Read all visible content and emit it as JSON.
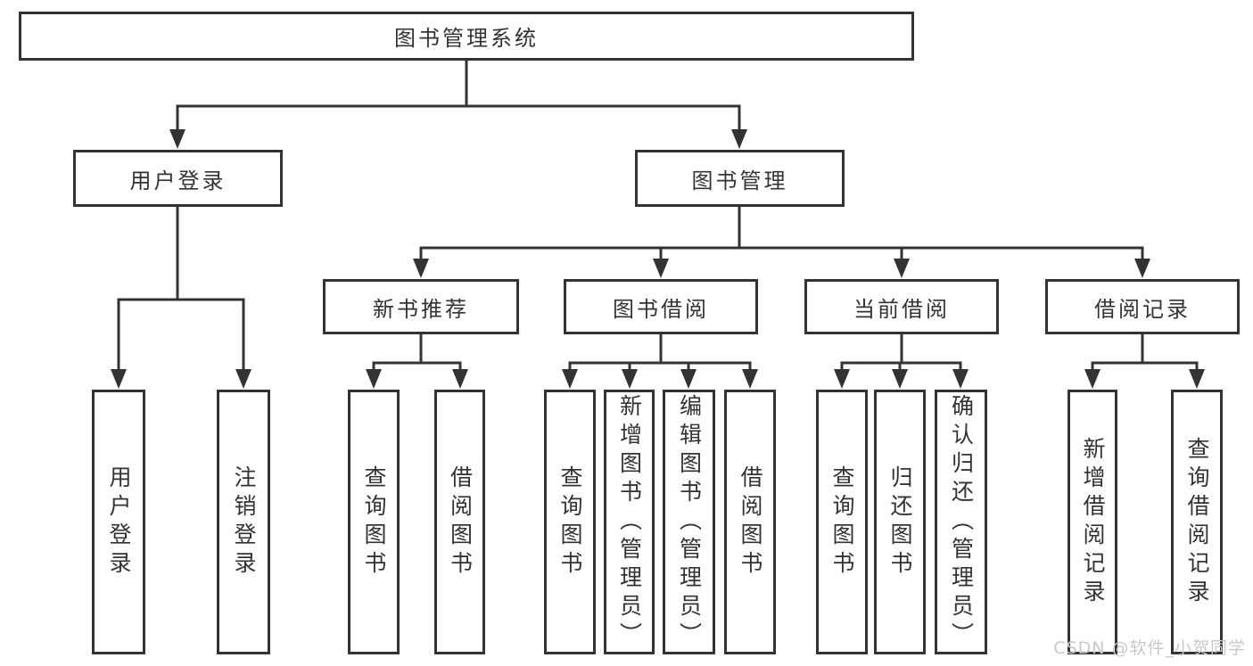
{
  "diagram_title": "图书管理系统",
  "colors": {
    "line": "#333333",
    "box_border": "#333333",
    "text": "#333333",
    "background": "#ffffff",
    "watermark": "#c9c9c9"
  },
  "watermark": "CSDN @软件_小贺同学",
  "tree": {
    "root": {
      "label": "图书管理系统",
      "children": [
        {
          "label": "用户登录",
          "children": [
            {
              "label": "用户登录"
            },
            {
              "label": "注销登录"
            }
          ]
        },
        {
          "label": "图书管理",
          "children": [
            {
              "label": "新书推荐",
              "children": [
                {
                  "label": "查询图书"
                },
                {
                  "label": "借阅图书"
                }
              ]
            },
            {
              "label": "图书借阅",
              "children": [
                {
                  "label": "查询图书"
                },
                {
                  "label": "新增图书（管理员）"
                },
                {
                  "label": "编辑图书（管理员）"
                },
                {
                  "label": "借阅图书"
                }
              ]
            },
            {
              "label": "当前借阅",
              "children": [
                {
                  "label": "查询图书"
                },
                {
                  "label": "归还图书"
                },
                {
                  "label": "确认归还（管理员）"
                }
              ]
            },
            {
              "label": "借阅记录",
              "children": [
                {
                  "label": "新增借阅记录"
                },
                {
                  "label": "查询借阅记录"
                }
              ]
            }
          ]
        }
      ]
    }
  }
}
